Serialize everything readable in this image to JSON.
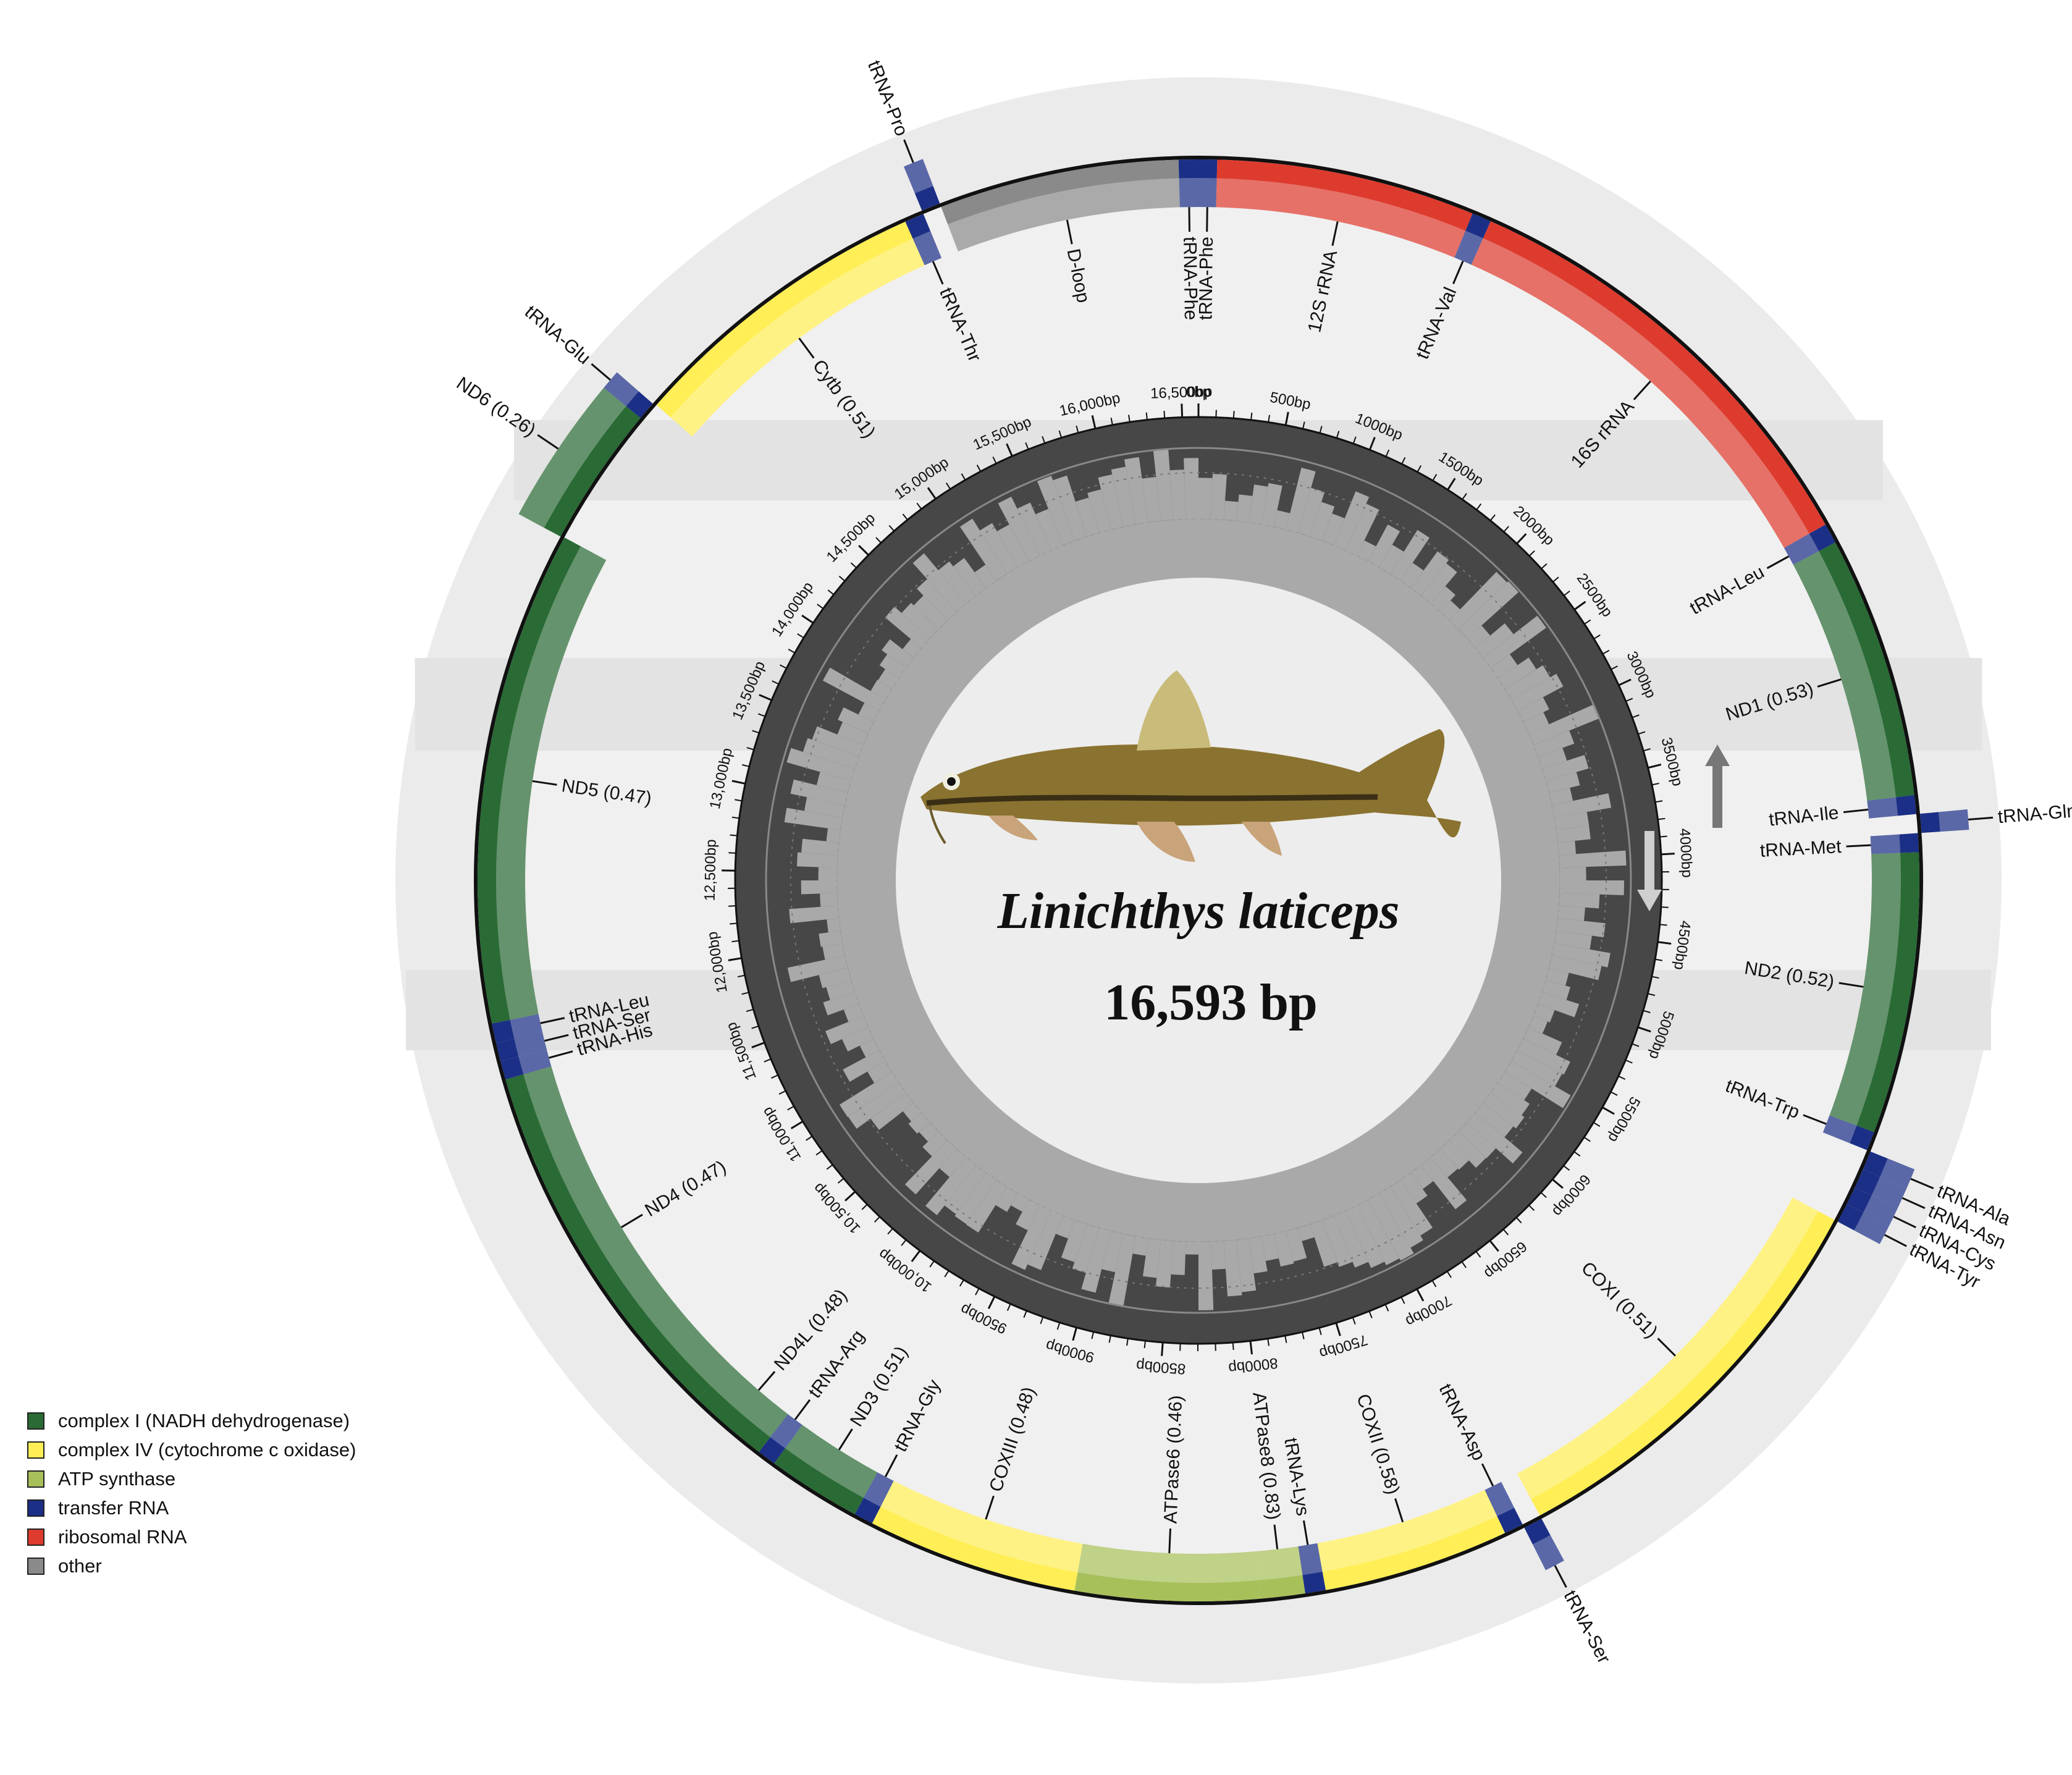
{
  "title": {
    "species": "Linichthys laticeps",
    "length_label": "16,593 bp"
  },
  "genome": {
    "total_bp": 16593
  },
  "colors": {
    "complex_I": "#2a6a35",
    "complex_IV": "#ffee55",
    "atp_synthase": "#a8c05a",
    "trna": "#1b2f86",
    "rrna": "#dd3b2e",
    "other": "#8a8a8a"
  },
  "legend": [
    {
      "label": "complex I (NADH dehydrogenase)",
      "color": "#2a6a35"
    },
    {
      "label": "complex IV (cytochrome c oxidase)",
      "color": "#ffee55"
    },
    {
      "label": "ATP synthase",
      "color": "#a8c05a"
    },
    {
      "label": "transfer RNA",
      "color": "#1b2f86"
    },
    {
      "label": "ribosomal RNA",
      "color": "#dd3b2e"
    },
    {
      "label": "other",
      "color": "#8a8a8a"
    }
  ],
  "chart_data": {
    "type": "circular_genome_map",
    "total_bp": 16593,
    "tick_labels": [
      "0bp",
      "500bp",
      "1000bp",
      "1500bp",
      "2000bp",
      "2500bp",
      "3000bp",
      "3500bp",
      "4000bp",
      "4500bp",
      "5000bp",
      "5500bp",
      "6000bp",
      "6500bp",
      "7000bp",
      "7500bp",
      "8000bp",
      "8500bp",
      "9000bp",
      "9500bp",
      "10,000bp",
      "10,500bp",
      "11,000bp",
      "11,500bp",
      "12,000bp",
      "12,500bp",
      "13,000bp",
      "13,500bp",
      "14,000bp",
      "14,500bp",
      "15,000bp",
      "15,500bp",
      "16,000bp",
      "16,500bp"
    ],
    "features": [
      {
        "label": "tRNA-Phe",
        "start": 0,
        "end": 69,
        "strand": "+",
        "category": "trna"
      },
      {
        "label": "12S rRNA",
        "start": 69,
        "end": 1030,
        "strand": "+",
        "category": "rrna"
      },
      {
        "label": "tRNA-Val",
        "start": 1030,
        "end": 1102,
        "strand": "+",
        "category": "trna"
      },
      {
        "label": "16S rRNA",
        "start": 1102,
        "end": 2785,
        "strand": "+",
        "category": "rrna"
      },
      {
        "label": "tRNA-Leu",
        "start": 2785,
        "end": 2860,
        "strand": "+",
        "category": "trna"
      },
      {
        "label": "ND1 (0.53)",
        "start": 2860,
        "end": 3835,
        "strand": "+",
        "category": "complex_I"
      },
      {
        "label": "tRNA-Ile",
        "start": 3835,
        "end": 3905,
        "strand": "+",
        "category": "trna"
      },
      {
        "label": "tRNA-Gln",
        "start": 3905,
        "end": 3975,
        "strand": "-",
        "category": "trna"
      },
      {
        "label": "tRNA-Met",
        "start": 3975,
        "end": 4045,
        "strand": "+",
        "category": "trna"
      },
      {
        "label": "ND2 (0.52)",
        "start": 4045,
        "end": 5090,
        "strand": "+",
        "category": "complex_I"
      },
      {
        "label": "tRNA-Trp",
        "start": 5090,
        "end": 5161,
        "strand": "+",
        "category": "trna"
      },
      {
        "label": "tRNA-Ala",
        "start": 5161,
        "end": 5231,
        "strand": "-",
        "category": "trna"
      },
      {
        "label": "tRNA-Asn",
        "start": 5231,
        "end": 5304,
        "strand": "-",
        "category": "trna"
      },
      {
        "label": "tRNA-Cys",
        "start": 5304,
        "end": 5372,
        "strand": "-",
        "category": "trna"
      },
      {
        "label": "tRNA-Tyr",
        "start": 5372,
        "end": 5443,
        "strand": "-",
        "category": "trna"
      },
      {
        "label": "COXI (0.51)",
        "start": 5443,
        "end": 6994,
        "strand": "+",
        "category": "complex_IV"
      },
      {
        "label": "tRNA-Ser",
        "start": 6994,
        "end": 7065,
        "strand": "-",
        "category": "trna"
      },
      {
        "label": "tRNA-Asp",
        "start": 7065,
        "end": 7137,
        "strand": "+",
        "category": "trna"
      },
      {
        "label": "COXII (0.58)",
        "start": 7137,
        "end": 7828,
        "strand": "+",
        "category": "complex_IV"
      },
      {
        "label": "tRNA-Lys",
        "start": 7828,
        "end": 7904,
        "strand": "+",
        "category": "trna"
      },
      {
        "label": "ATPase8 (0.83)",
        "start": 7904,
        "end": 8069,
        "strand": "+",
        "category": "atp_synthase"
      },
      {
        "label": "ATPase6 (0.46)",
        "start": 8069,
        "end": 8753,
        "strand": "+",
        "category": "atp_synthase"
      },
      {
        "label": "COXIII (0.48)",
        "start": 8753,
        "end": 9537,
        "strand": "+",
        "category": "complex_IV"
      },
      {
        "label": "tRNA-Gly",
        "start": 9537,
        "end": 9609,
        "strand": "+",
        "category": "trna"
      },
      {
        "label": "ND3 (0.51)",
        "start": 9609,
        "end": 9958,
        "strand": "+",
        "category": "complex_I"
      },
      {
        "label": "tRNA-Arg",
        "start": 9958,
        "end": 10028,
        "strand": "+",
        "category": "trna"
      },
      {
        "label": "ND4L (0.48)",
        "start": 10028,
        "end": 10325,
        "strand": "+",
        "category": "complex_I"
      },
      {
        "label": "ND4 (0.47)",
        "start": 10325,
        "end": 11706,
        "strand": "+",
        "category": "complex_I"
      },
      {
        "label": "tRNA-His",
        "start": 11706,
        "end": 11775,
        "strand": "+",
        "category": "trna"
      },
      {
        "label": "tRNA-Ser",
        "start": 11775,
        "end": 11844,
        "strand": "+",
        "category": "trna"
      },
      {
        "label": "tRNA-Leu",
        "start": 11844,
        "end": 11917,
        "strand": "+",
        "category": "trna"
      },
      {
        "label": "ND5 (0.47)",
        "start": 11917,
        "end": 13754,
        "strand": "+",
        "category": "complex_I"
      },
      {
        "label": "ND6 (0.26)",
        "start": 13750,
        "end": 14272,
        "strand": "-",
        "category": "complex_I"
      },
      {
        "label": "tRNA-Glu",
        "start": 14272,
        "end": 14341,
        "strand": "-",
        "category": "trna"
      },
      {
        "label": "Cytb (0.51)",
        "start": 14346,
        "end": 15487,
        "strand": "+",
        "category": "complex_IV"
      },
      {
        "label": "tRNA-Thr",
        "start": 15487,
        "end": 15559,
        "strand": "+",
        "category": "trna"
      },
      {
        "label": "tRNA-Pro",
        "start": 15559,
        "end": 15629,
        "strand": "-",
        "category": "trna"
      },
      {
        "label": "D-loop",
        "start": 15629,
        "end": 16520,
        "strand": "+",
        "category": "other"
      },
      {
        "label": "tRNA-Phe",
        "start": 16520,
        "end": 16593,
        "strand": "+",
        "category": "trna"
      }
    ]
  }
}
